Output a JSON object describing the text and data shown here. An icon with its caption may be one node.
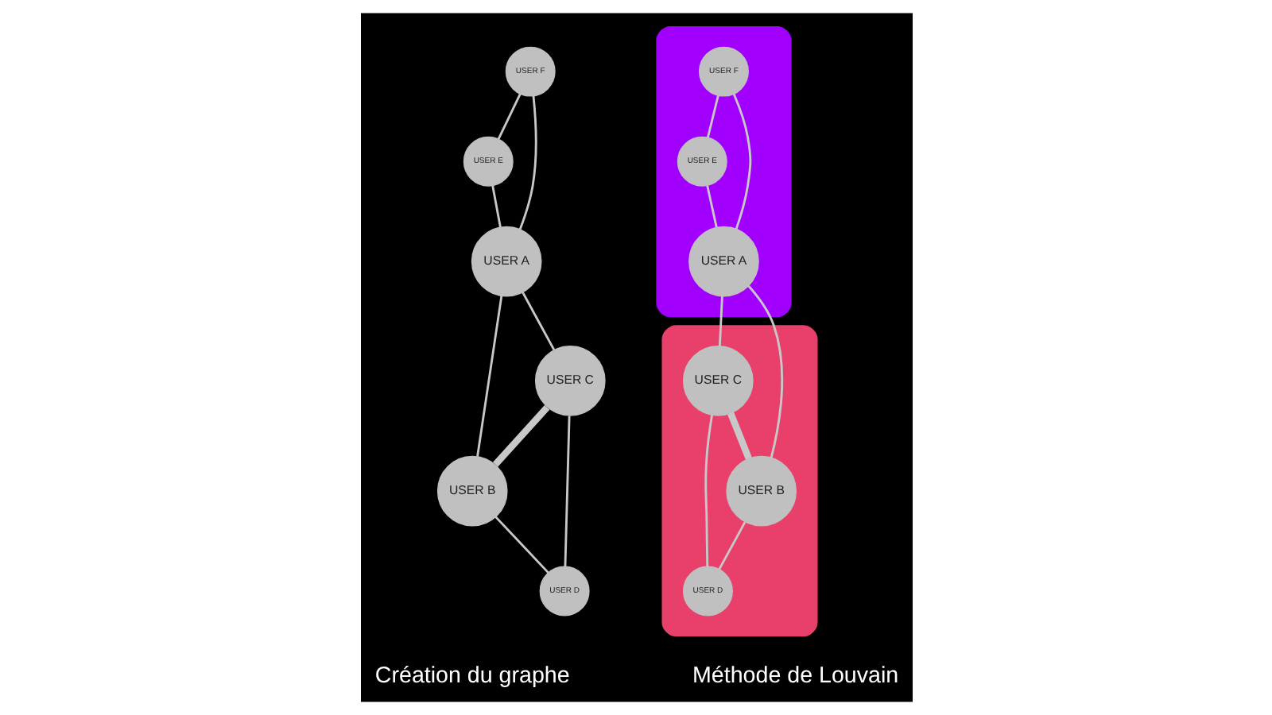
{
  "diagram": {
    "nodes": [
      {
        "text": [
          "USER F"
        ]
      },
      {
        "text": [
          "USER E"
        ]
      },
      {
        "text": [
          "USER A"
        ]
      },
      {
        "text": [
          "USER C"
        ]
      },
      {
        "text": [
          "USER B"
        ]
      },
      {
        "text": [
          "USER D"
        ]
      },
      {
        "text": [],
        "shape": "cloud"
      },
      {
        "text": [
          "USER F"
        ],
        "in": 6
      },
      {
        "text": [
          "USER E"
        ],
        "in": 6
      },
      {
        "text": [
          "USER A"
        ],
        "in": 6
      },
      {
        "text": [],
        "shape": "cloud"
      },
      {
        "text": [
          "USER C"
        ],
        "in": 10
      },
      {
        "text": [
          "USER B"
        ],
        "in": 10
      },
      {
        "text": [
          "USER D"
        ],
        "in": 10
      }
    ],
    "edges": [
      {
        "from": 0,
        "to": 1,
        "arrow": "none"
      },
      {
        "from": 0,
        "to": 2,
        "arrow": "none"
      },
      {
        "from": 1,
        "to": 2,
        "arrow": "none"
      },
      {
        "from": 2,
        "to": 3,
        "arrow": "none"
      },
      {
        "from": 2,
        "to": 4,
        "arrow": "none"
      },
      {
        "from": 3,
        "to": 4,
        "arrow": "none",
        "style": "thick"
      },
      {
        "from": 3,
        "to": 5,
        "arrow": "none"
      },
      {
        "from": 4,
        "to": 5,
        "arrow": "none"
      },
      {
        "from": 7,
        "to": 8,
        "arrow": "none"
      },
      {
        "from": 7,
        "to": 9,
        "arrow": "none"
      },
      {
        "from": 8,
        "to": 9,
        "arrow": "none"
      },
      {
        "from": 9,
        "to": 11,
        "arrow": "none"
      },
      {
        "from": 9,
        "to": 12,
        "arrow": "none"
      },
      {
        "from": 11,
        "to": 12,
        "arrow": "none",
        "style": "thick"
      },
      {
        "from": 11,
        "to": 13,
        "arrow": "none"
      },
      {
        "from": 12,
        "to": 13,
        "arrow": "none"
      }
    ],
    "labels": [
      "Création du graphe",
      "Méthode de Louvain"
    ]
  }
}
